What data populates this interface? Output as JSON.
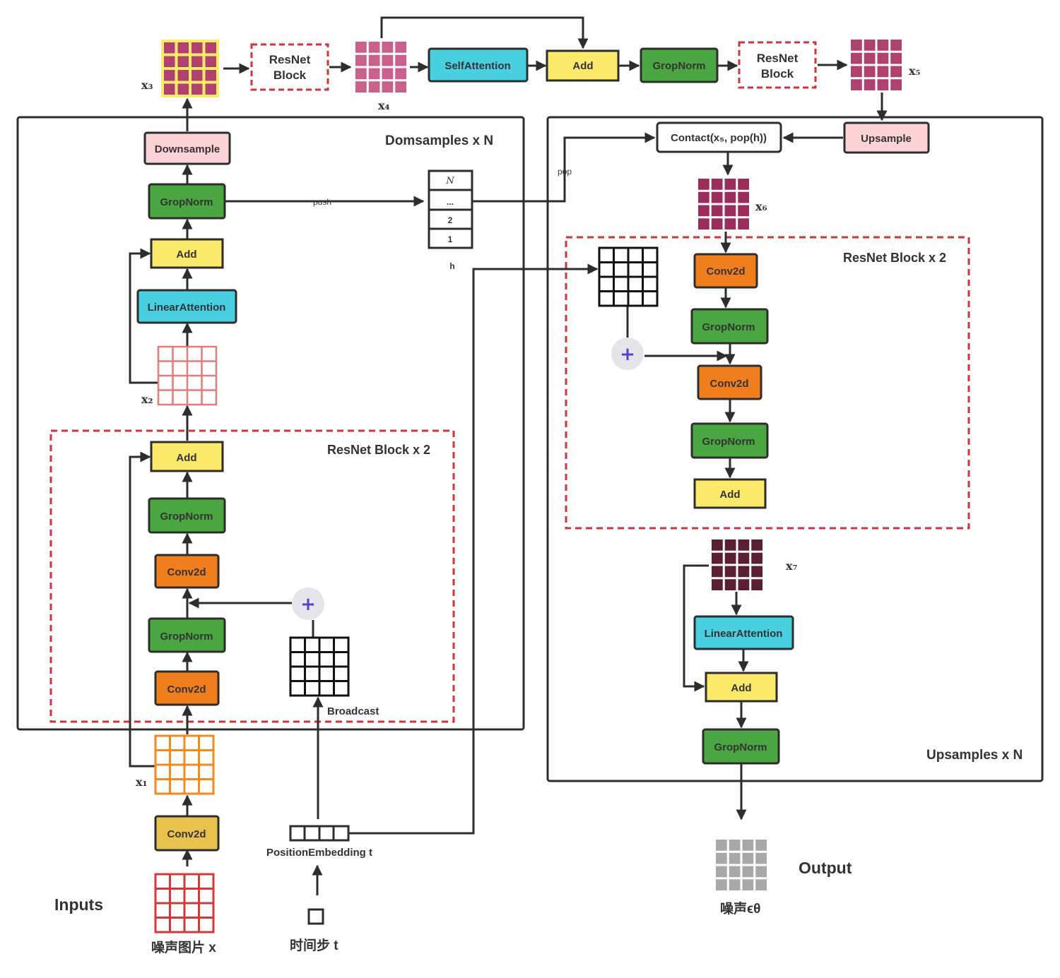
{
  "colors": {
    "add": "#fbe969",
    "norm": "#4aa640",
    "conv": "#f17e1c",
    "conv_in": "#e9c24d",
    "attention": "#48cfe0",
    "sample": "#fbd3d7",
    "dashed": "#d3333a",
    "line": "#2d2d2d",
    "plus": "#5b3fc4"
  },
  "containers": {
    "downsamples": "Domsamples x N",
    "upsamples": "Upsamples x N",
    "resnet_left": "ResNet Block x 2",
    "resnet_right": "ResNet Block x 2"
  },
  "top_row": {
    "resnet1": [
      "ResNet",
      "Block"
    ],
    "self_attention": "SelfAttention",
    "add": "Add",
    "norm": "GropNorm",
    "resnet2": [
      "ResNet",
      "Block"
    ]
  },
  "left_column": {
    "downsample": "Downsample",
    "norm_top": "GropNorm",
    "add_top": "Add",
    "linear_attention": "LinearAttention",
    "add_res": "Add",
    "norm_res2": "GropNorm",
    "conv_res2": "Conv2d",
    "norm_res1": "GropNorm",
    "conv_res1": "Conv2d",
    "conv_in": "Conv2d"
  },
  "right_column": {
    "contact": "Contact(x₅, pop(h))",
    "upsample": "Upsample",
    "conv1": "Conv2d",
    "norm1": "GropNorm",
    "conv2": "Conv2d",
    "norm2": "GropNorm",
    "add_res": "Add",
    "linear_attention": "LinearAttention",
    "add": "Add",
    "norm_out": "GropNorm"
  },
  "stack": {
    "label": "h",
    "cells": [
      "N",
      "...",
      "2",
      "1"
    ],
    "push": "push",
    "pop": "pop"
  },
  "tensors": {
    "x1": "x₁",
    "x2": "x₂",
    "x3": "x₃",
    "x4": "x₄",
    "x5": "x₅",
    "x6": "x₆",
    "x7": "x₇"
  },
  "labels": {
    "broadcast": "Broadcast",
    "position_embedding": "PositionEmbedding t",
    "inputs": "Inputs",
    "noisy_image": "噪声图片 x",
    "timestep": "时间步 t",
    "output": "Output",
    "noise_out": "噪声ϵθ"
  }
}
